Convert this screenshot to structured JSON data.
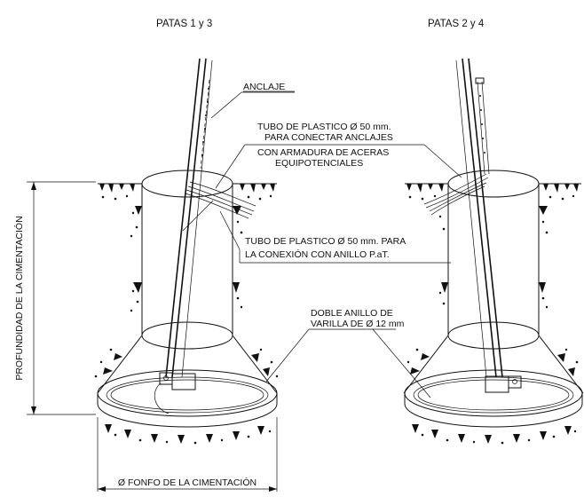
{
  "headers": {
    "left": "PATAS 1 y 3",
    "right": "PATAS 2 y 4"
  },
  "labels": {
    "anclaje": "ANCLAJE",
    "tubo_top_1": "TUBO DE PLASTICO Ø 50 mm.",
    "tubo_top_2": "PARA CONECTAR ANCLAJES",
    "tubo_top_3": "CON ARMADURA DE ACERAS",
    "tubo_top_4": "EQUIPOTENCIALES",
    "tubo_mid_1": "TUBO DE PLASTICO Ø 50 mm. PARA",
    "tubo_mid_2": "LA CONEXIÓN CON  ANILLO P.aT.",
    "anillo_1": "DOBLE ANILLO DE",
    "anillo_2": "VARILLA DE Ø 12 mm",
    "profundidad": "PROFUNDIDAD DE LA CIMENTACIÓN",
    "fondo": "Ø FONFO DE LA CIMENTACIÓN"
  }
}
